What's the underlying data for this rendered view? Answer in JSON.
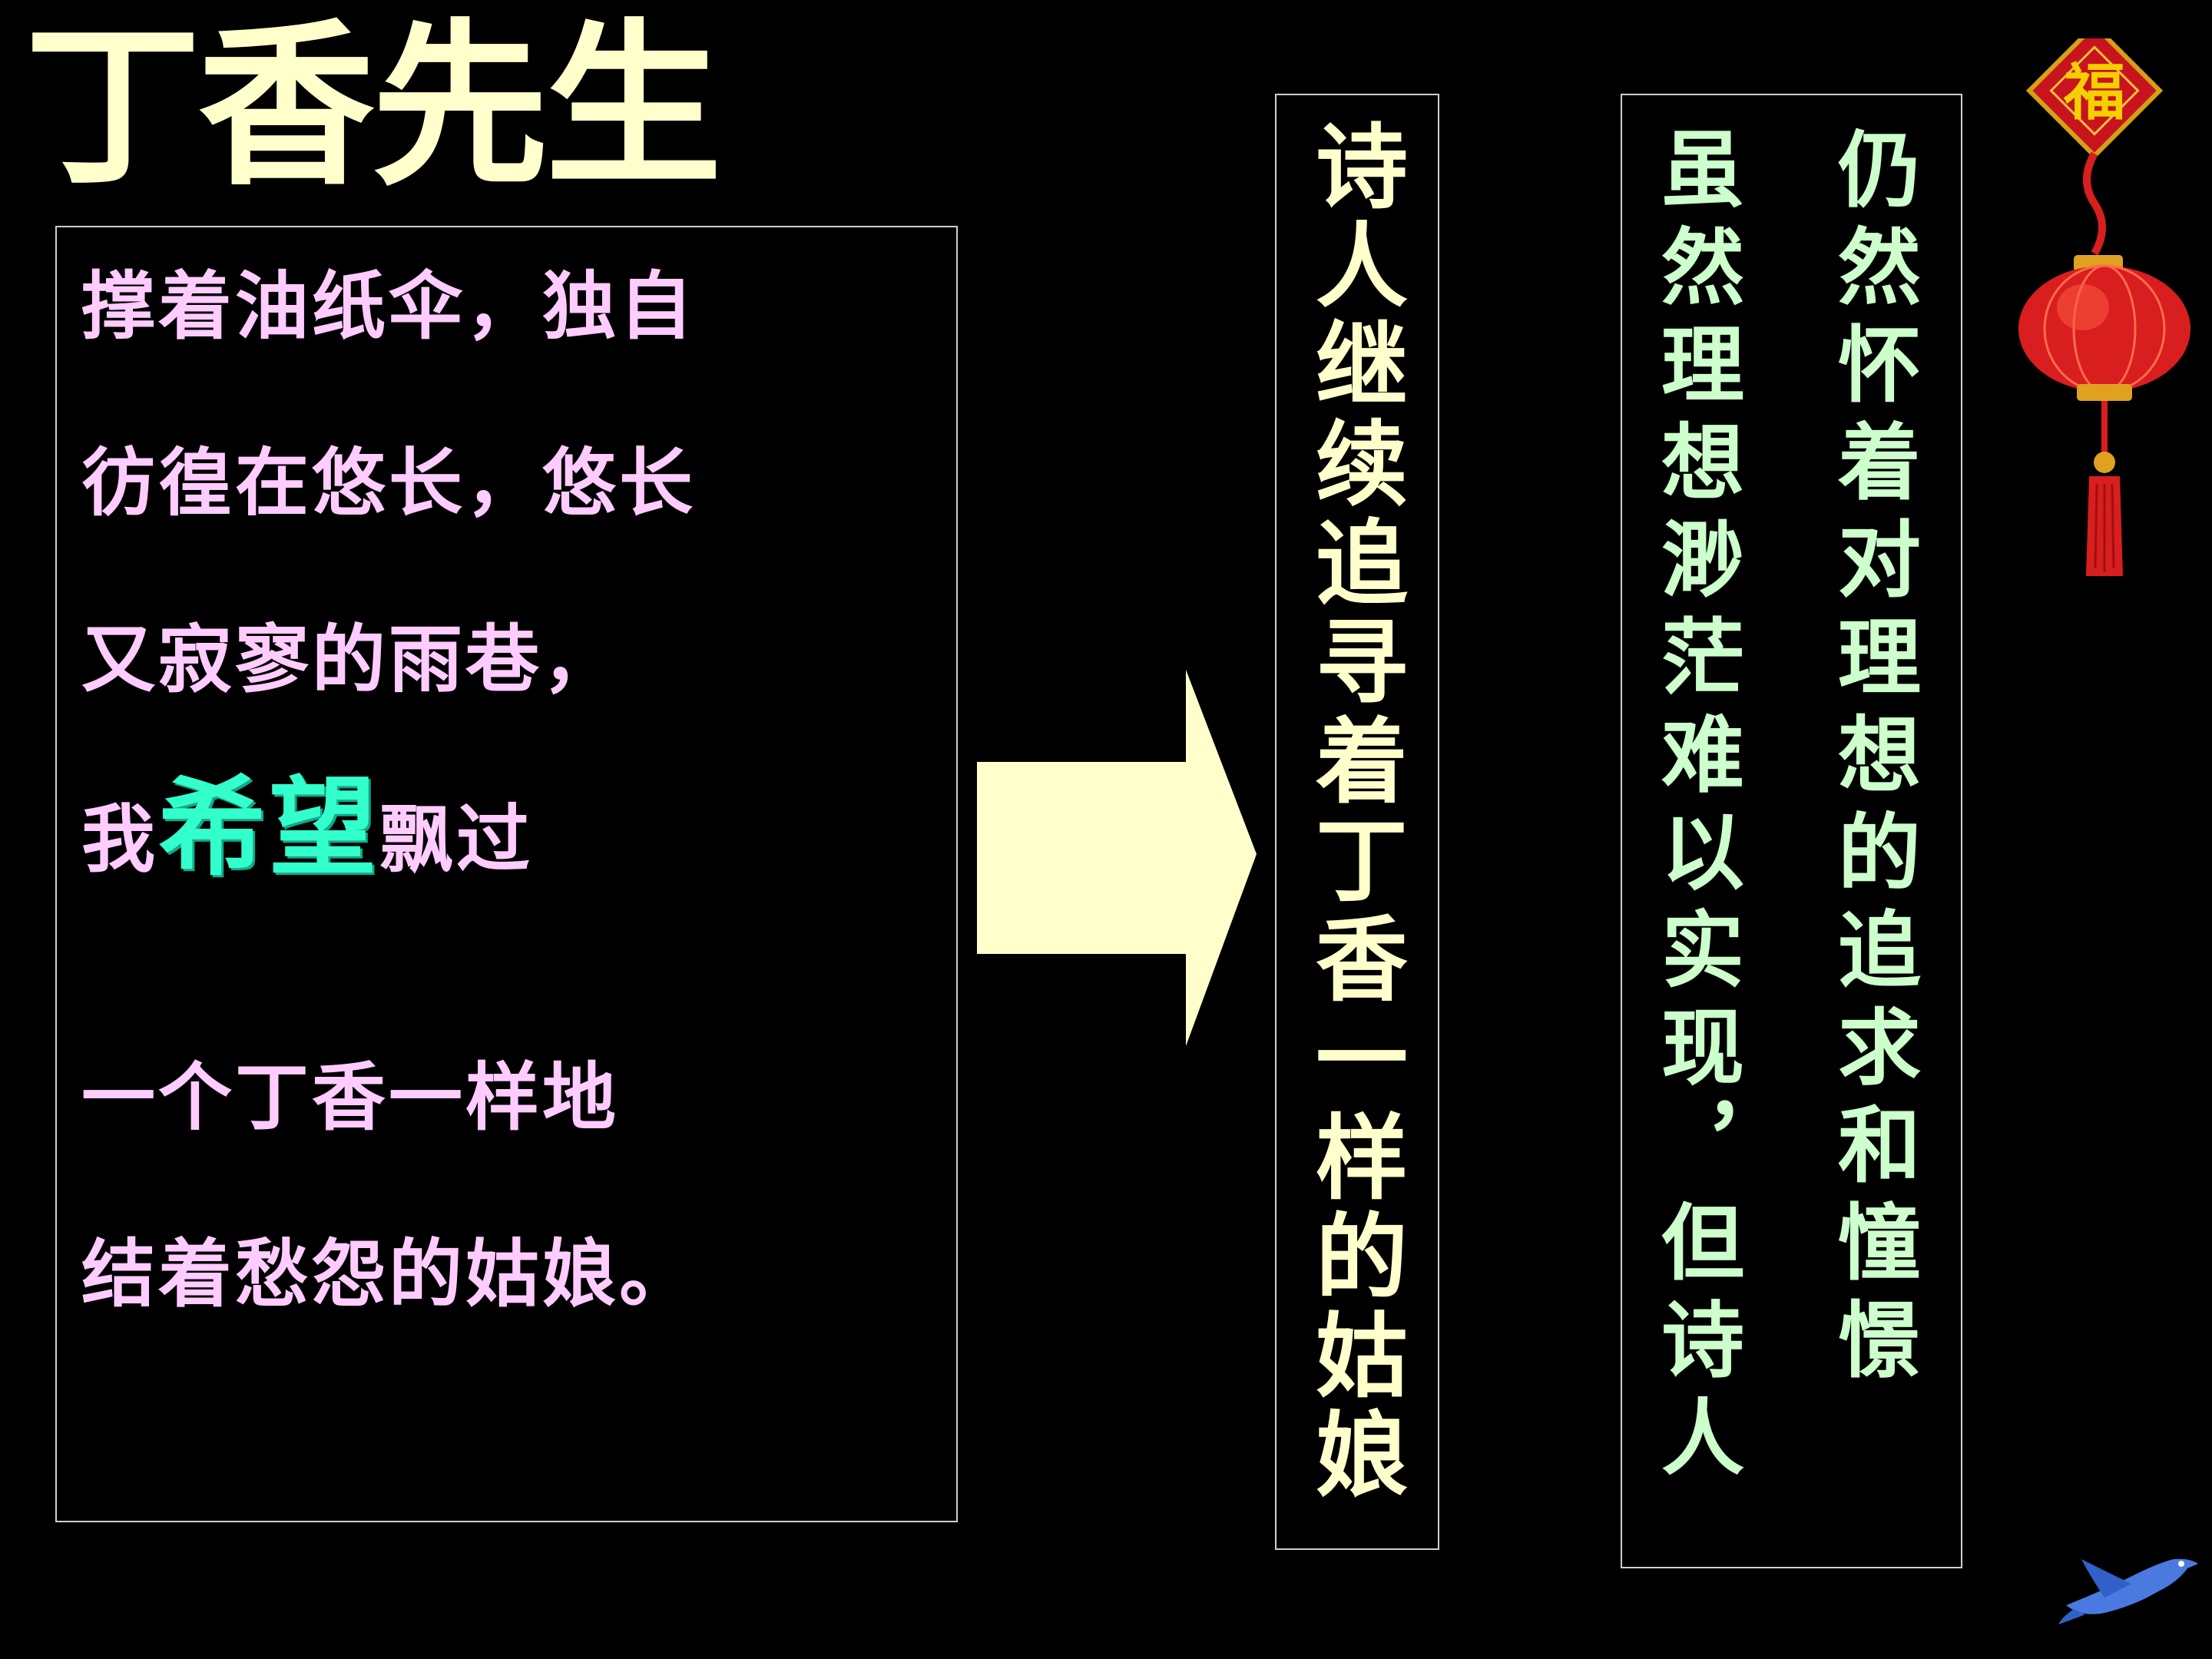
{
  "title": "丁香先生",
  "poem": {
    "line1": "撑着油纸伞，独自",
    "line2": "彷徨在悠长，悠长",
    "line3": "又寂寥的雨巷，",
    "line4_pre": "我",
    "line4_hope": "希望",
    "line4_post": "飘过",
    "line5": "一个丁香一样地",
    "line6": "结着愁怨的姑娘。"
  },
  "box1": {
    "text": "诗人继续追寻着丁香一样的姑娘"
  },
  "box2": {
    "col_right": "仍然怀着对理想的追求和憧憬",
    "col_left": "虽然理想渺茫难以实现，但诗人"
  },
  "ornament": {
    "fu_char": "福"
  },
  "colors": {
    "background": "#000000",
    "title": "#ffffcc",
    "poem": "#ffccff",
    "hope": "#33ffcc",
    "box1_text": "#ffffcc",
    "box2_text": "#ccffcc",
    "arrow": "#ffffcc",
    "lantern": "#d81e1e"
  }
}
